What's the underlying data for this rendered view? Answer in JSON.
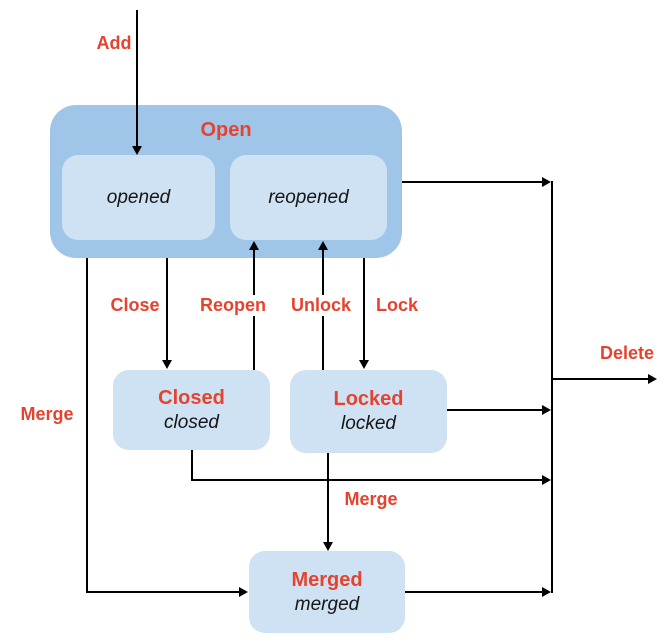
{
  "colors": {
    "background": "#ffffff",
    "container_fill": "#9fc5e8",
    "state_fill": "#cfe2f3",
    "action_text": "#e5432e",
    "state_sub_text": "#151515",
    "line": "#000000"
  },
  "states": {
    "open": {
      "label": "Open",
      "substates": {
        "opened": "opened",
        "reopened": "reopened"
      }
    },
    "closed": {
      "label": "Closed",
      "sub": "closed"
    },
    "locked": {
      "label": "Locked",
      "sub": "locked"
    },
    "merged": {
      "label": "Merged",
      "sub": "merged"
    }
  },
  "transitions": {
    "add": "Add",
    "close": "Close",
    "reopen": "Reopen",
    "unlock": "Unlock",
    "lock": "Lock",
    "merge_left": "Merge",
    "merge_bottom": "Merge",
    "delete": "Delete"
  }
}
